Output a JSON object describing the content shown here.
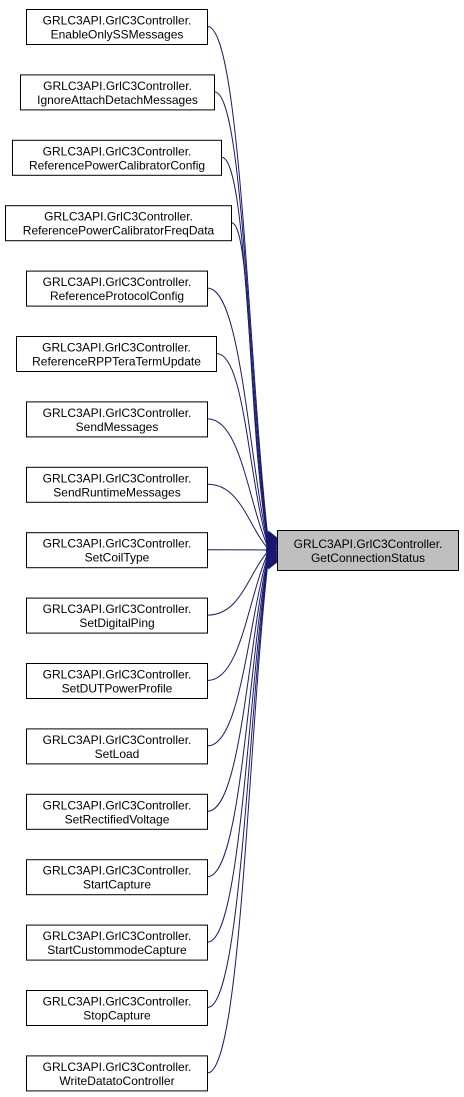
{
  "target": {
    "line1": "GRLC3API.GrlC3Controller.",
    "line2": "GetConnectionStatus"
  },
  "callers": [
    {
      "line1": "GRLC3API.GrlC3Controller.",
      "line2": "EnableOnlySSMessages"
    },
    {
      "line1": "GRLC3API.GrlC3Controller.",
      "line2": "IgnoreAttachDetachMessages"
    },
    {
      "line1": "GRLC3API.GrlC3Controller.",
      "line2": "ReferencePowerCalibratorConfig"
    },
    {
      "line1": "GRLC3API.GrlC3Controller.",
      "line2": "ReferencePowerCalibratorFreqData"
    },
    {
      "line1": "GRLC3API.GrlC3Controller.",
      "line2": "ReferenceProtocolConfig"
    },
    {
      "line1": "GRLC3API.GrlC3Controller.",
      "line2": "ReferenceRPPTeraTermUpdate"
    },
    {
      "line1": "GRLC3API.GrlC3Controller.",
      "line2": "SendMessages"
    },
    {
      "line1": "GRLC3API.GrlC3Controller.",
      "line2": "SendRuntimeMessages"
    },
    {
      "line1": "GRLC3API.GrlC3Controller.",
      "line2": "SetCoilType"
    },
    {
      "line1": "GRLC3API.GrlC3Controller.",
      "line2": "SetDigitalPing"
    },
    {
      "line1": "GRLC3API.GrlC3Controller.",
      "line2": "SetDUTPowerProfile"
    },
    {
      "line1": "GRLC3API.GrlC3Controller.",
      "line2": "SetLoad"
    },
    {
      "line1": "GRLC3API.GrlC3Controller.",
      "line2": "SetRectifiedVoltage"
    },
    {
      "line1": "GRLC3API.GrlC3Controller.",
      "line2": "StartCapture"
    },
    {
      "line1": "GRLC3API.GrlC3Controller.",
      "line2": "StartCustommodeCapture"
    },
    {
      "line1": "GRLC3API.GrlC3Controller.",
      "line2": "StopCapture"
    },
    {
      "line1": "GRLC3API.GrlC3Controller.",
      "line2": "WriteDatatoController"
    }
  ],
  "colors": {
    "edge": "#191970",
    "target_fill": "#bfbfbf",
    "node_fill": "#ffffff",
    "border": "#000000"
  }
}
